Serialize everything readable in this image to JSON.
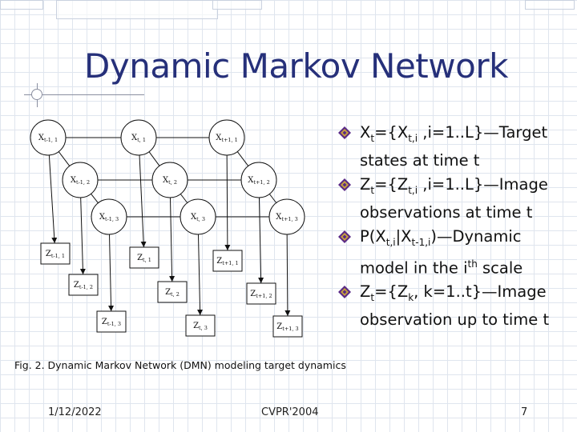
{
  "slide": {
    "title": "Dynamic Markov Network"
  },
  "colors": {
    "title": "#26307a",
    "bullet_icon": "#5b2a86",
    "bullet_icon_accent": "#c9a43a"
  },
  "figure": {
    "caption": "Fig. 2. Dynamic Markov Network (DMN) modeling target dynamics",
    "nodes": [
      {
        "id": "x_t-1_1",
        "label": "X",
        "sub": "t-1, 1",
        "shape": "circle"
      },
      {
        "id": "x_t_1",
        "label": "X",
        "sub": "t, 1",
        "shape": "circle"
      },
      {
        "id": "x_t+1_1",
        "label": "X",
        "sub": "t+1, 1",
        "shape": "circle"
      },
      {
        "id": "x_t-1_2",
        "label": "X",
        "sub": "t-1, 2",
        "shape": "circle"
      },
      {
        "id": "x_t_2",
        "label": "X",
        "sub": "t, 2",
        "shape": "circle"
      },
      {
        "id": "x_t+1_2",
        "label": "X",
        "sub": "t+1, 2",
        "shape": "circle"
      },
      {
        "id": "x_t-1_3",
        "label": "X",
        "sub": "t-1, 3",
        "shape": "circle"
      },
      {
        "id": "x_t_3",
        "label": "X",
        "sub": "t, 3",
        "shape": "circle"
      },
      {
        "id": "x_t+1_3",
        "label": "X",
        "sub": "t+1, 3",
        "shape": "circle"
      },
      {
        "id": "z_t-1_1",
        "label": "Z",
        "sub": "t-1, 1",
        "shape": "box"
      },
      {
        "id": "z_t_1",
        "label": "Z",
        "sub": "t, 1",
        "shape": "box"
      },
      {
        "id": "z_t+1_1",
        "label": "Z",
        "sub": "t+1, 1",
        "shape": "box"
      },
      {
        "id": "z_t-1_2",
        "label": "Z",
        "sub": "t-1, 2",
        "shape": "box"
      },
      {
        "id": "z_t_2",
        "label": "Z",
        "sub": "t, 2",
        "shape": "box"
      },
      {
        "id": "z_t+1_2",
        "label": "Z",
        "sub": "t+1, 2",
        "shape": "box"
      },
      {
        "id": "z_t-1_3",
        "label": "Z",
        "sub": "t-1, 3",
        "shape": "box"
      },
      {
        "id": "z_t_3",
        "label": "Z",
        "sub": "t, 3",
        "shape": "box"
      },
      {
        "id": "z_t+1_3",
        "label": "Z",
        "sub": "t+1, 3",
        "shape": "box"
      }
    ],
    "edges": [
      {
        "from": "x_t-1_1",
        "to": "x_t_1",
        "directed": false
      },
      {
        "from": "x_t_1",
        "to": "x_t+1_1",
        "directed": false
      },
      {
        "from": "x_t-1_2",
        "to": "x_t_2",
        "directed": false
      },
      {
        "from": "x_t_2",
        "to": "x_t+1_2",
        "directed": false
      },
      {
        "from": "x_t-1_3",
        "to": "x_t_3",
        "directed": false
      },
      {
        "from": "x_t_3",
        "to": "x_t+1_3",
        "directed": false
      },
      {
        "from": "x_t-1_1",
        "to": "x_t-1_2",
        "directed": false
      },
      {
        "from": "x_t-1_2",
        "to": "x_t-1_3",
        "directed": false
      },
      {
        "from": "x_t_1",
        "to": "x_t_2",
        "directed": false
      },
      {
        "from": "x_t_2",
        "to": "x_t_3",
        "directed": false
      },
      {
        "from": "x_t+1_1",
        "to": "x_t+1_2",
        "directed": false
      },
      {
        "from": "x_t+1_2",
        "to": "x_t+1_3",
        "directed": false
      },
      {
        "from": "x_t-1_1",
        "to": "z_t-1_1",
        "directed": true
      },
      {
        "from": "x_t_1",
        "to": "z_t_1",
        "directed": true
      },
      {
        "from": "x_t+1_1",
        "to": "z_t+1_1",
        "directed": true
      },
      {
        "from": "x_t-1_2",
        "to": "z_t-1_2",
        "directed": true
      },
      {
        "from": "x_t_2",
        "to": "z_t_2",
        "directed": true
      },
      {
        "from": "x_t+1_2",
        "to": "z_t+1_2",
        "directed": true
      },
      {
        "from": "x_t-1_3",
        "to": "z_t-1_3",
        "directed": true
      },
      {
        "from": "x_t_3",
        "to": "z_t_3",
        "directed": true
      },
      {
        "from": "x_t+1_3",
        "to": "z_t+1_3",
        "directed": true
      }
    ]
  },
  "bullets": [
    {
      "icon": "diamond-bullet-icon",
      "parts": [
        [
          "t",
          "X"
        ],
        [
          "sub",
          "t"
        ],
        [
          "t",
          "={X"
        ],
        [
          "sub",
          "t,i"
        ],
        [
          "t",
          " ,i=1..L}—Target  states at time t"
        ]
      ]
    },
    {
      "icon": "diamond-bullet-icon",
      "parts": [
        [
          "t",
          "Z"
        ],
        [
          "sub",
          "t"
        ],
        [
          "t",
          "={Z"
        ],
        [
          "sub",
          "t,i"
        ],
        [
          "t",
          " ,i=1..L}—Image observations at time t"
        ]
      ]
    },
    {
      "icon": "diamond-bullet-icon",
      "parts": [
        [
          "t",
          "P(X"
        ],
        [
          "sub",
          "t,i"
        ],
        [
          "t",
          "|X"
        ],
        [
          "sub",
          "t-1,i"
        ],
        [
          "t",
          ")—Dynamic model in the i"
        ],
        [
          "sup",
          "th"
        ],
        [
          "t",
          " scale"
        ]
      ]
    },
    {
      "icon": "diamond-bullet-icon",
      "parts": [
        [
          "t",
          "Z"
        ],
        [
          "sub",
          "t"
        ],
        [
          "t",
          "={Z"
        ],
        [
          "sub",
          "k"
        ],
        [
          "t",
          ", k=1..t}—Image observation up to time t"
        ]
      ]
    }
  ],
  "footer": {
    "date": "1/12/2022",
    "center": "CVPR'2004",
    "page": "7"
  }
}
